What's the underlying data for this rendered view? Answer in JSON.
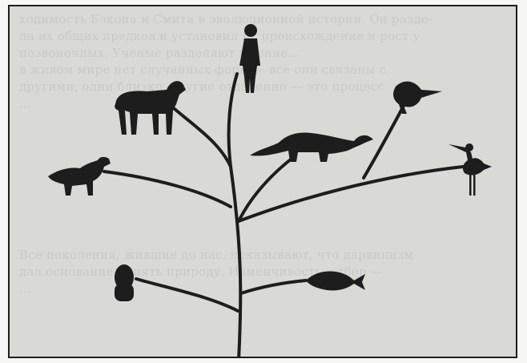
{
  "figure": {
    "background_text_lines": [
      "ходимость Бэкона и Смита в эволюционной истории. Он разде-",
      "ла их общих предков и установил их происхождение и рост у",
      "позвоночных. Ученые разделяют мнение...",
      "в живом мире нет случайных форм — все они связаны с",
      "другими, одни близко, другие отдаленно — это процесс",
      "...",
      "",
      "",
      "",
      "",
      "",
      "",
      "",
      "",
      "Все поколения, жившие до нас, показывают, что дарвинизм",
      "дал основание понять природу. Изменчивость, отбор —",
      "..."
    ],
    "nodes": [
      {
        "name": "human",
        "icon": "human-silhouette"
      },
      {
        "name": "horse",
        "icon": "horse-silhouette"
      },
      {
        "name": "bird",
        "icon": "bird-silhouette"
      },
      {
        "name": "dinosaur",
        "icon": "dinosaur-silhouette"
      },
      {
        "name": "dog",
        "icon": "dog-silhouette"
      },
      {
        "name": "heron",
        "icon": "heron-silhouette"
      },
      {
        "name": "amphibian",
        "icon": "amphibian-silhouette"
      },
      {
        "name": "fish",
        "icon": "fish-silhouette"
      }
    ],
    "colors": {
      "ink": "#1d1d1d",
      "paper": "#d9d9d6"
    }
  }
}
